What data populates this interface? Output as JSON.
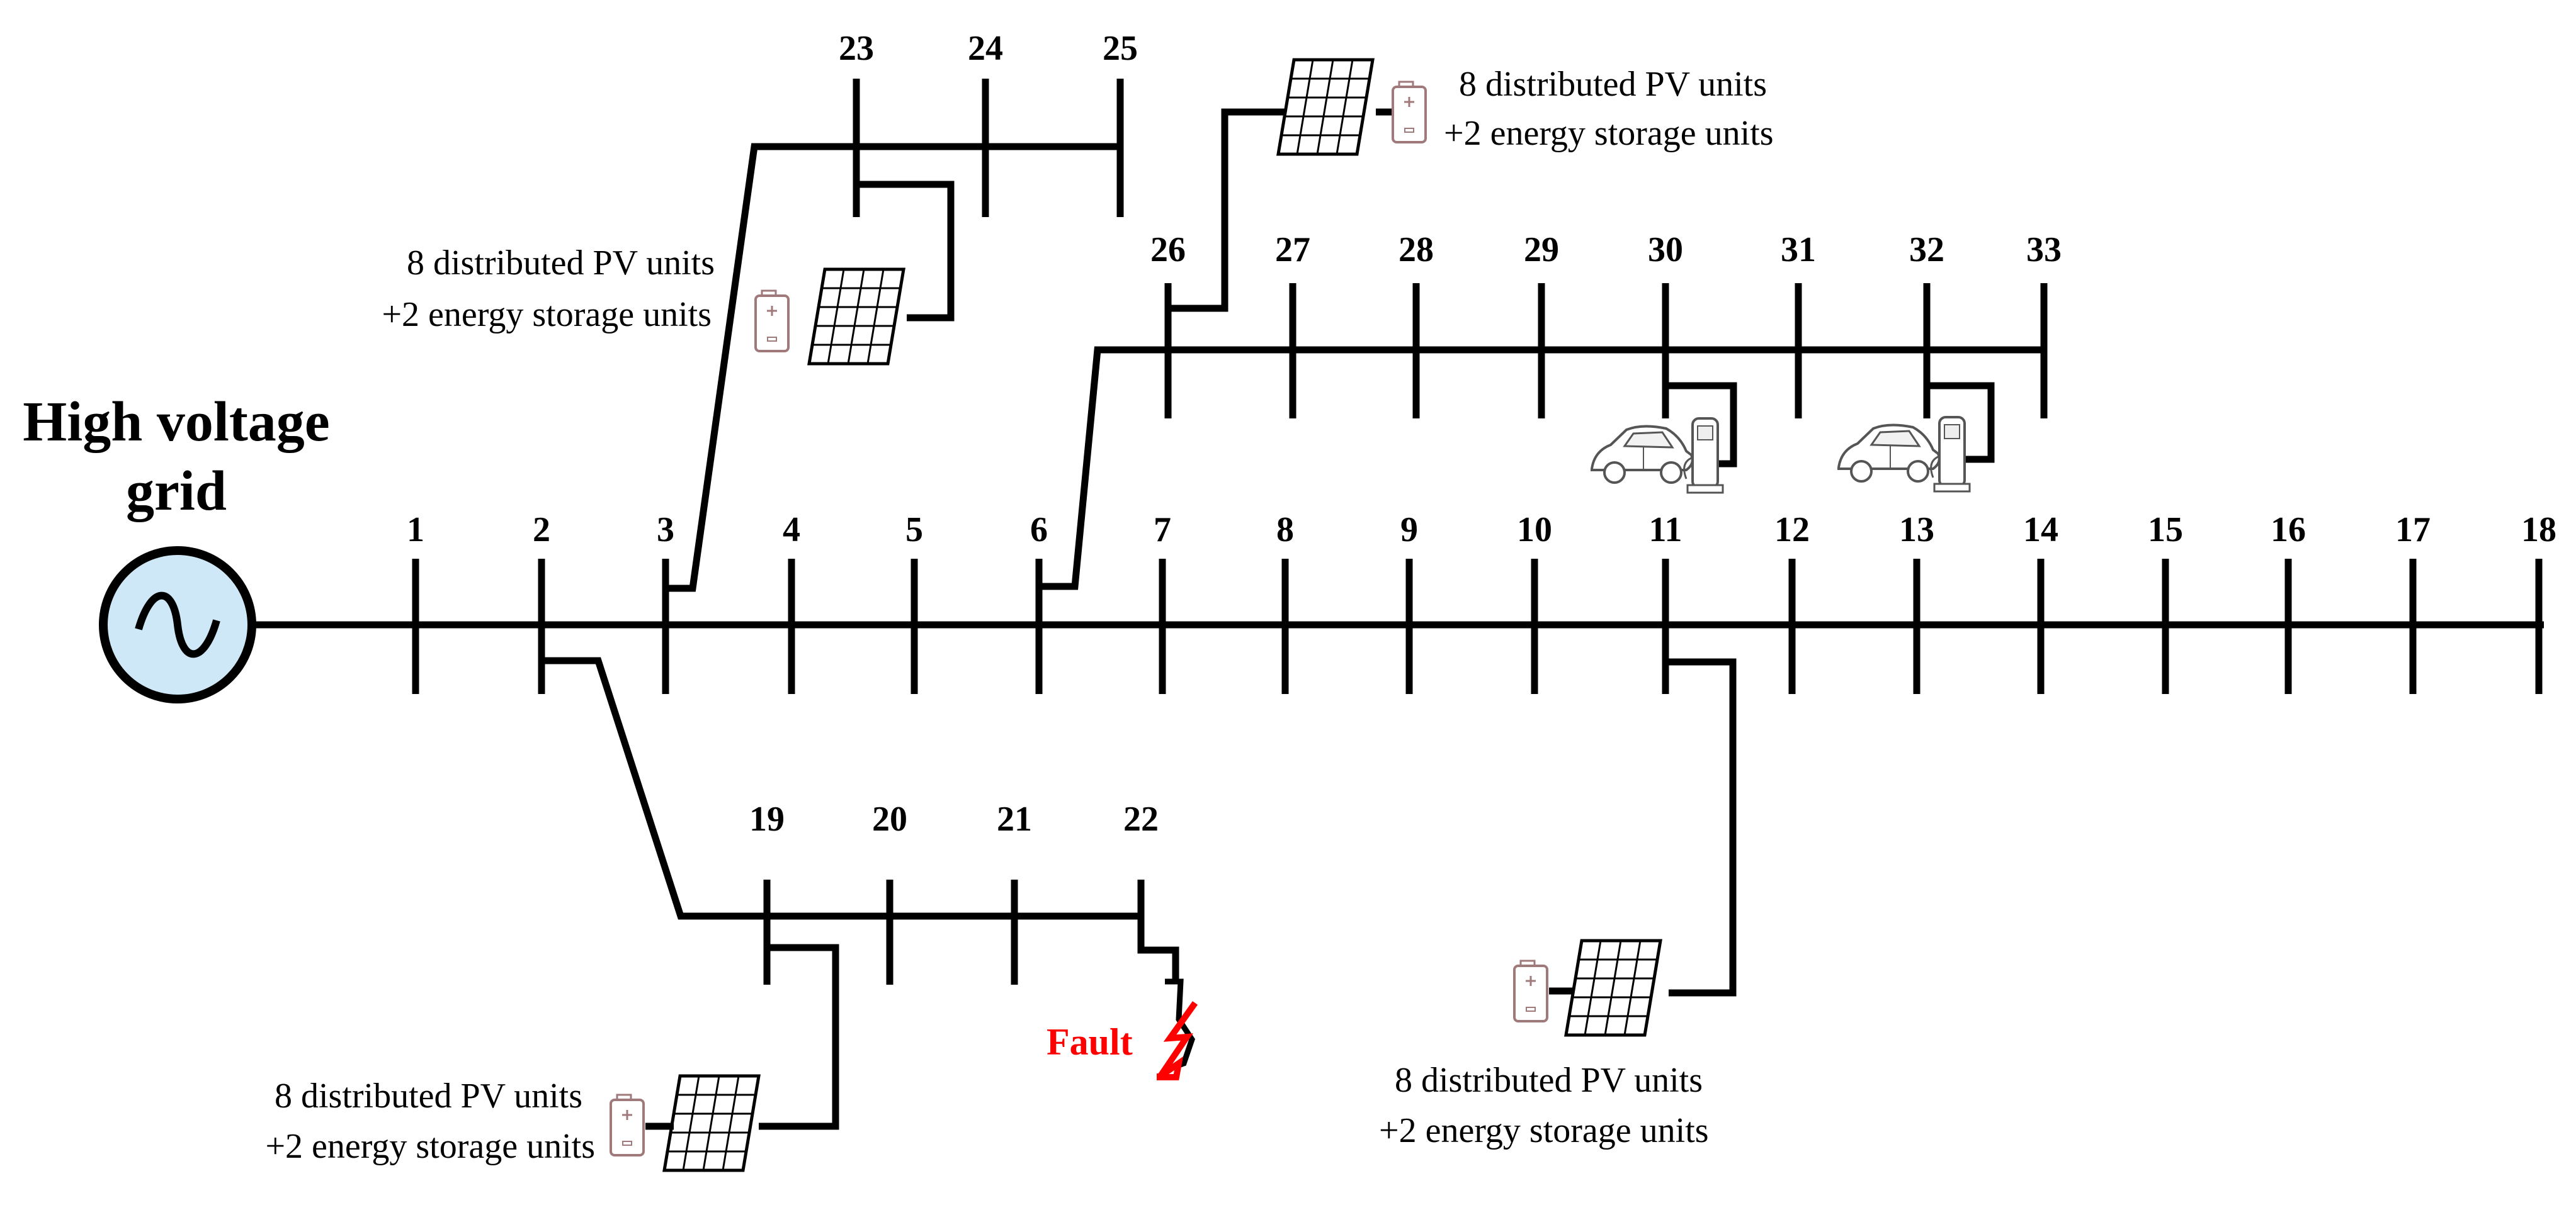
{
  "source_label": {
    "line1": "High voltage",
    "line2": "grid"
  },
  "buses": [
    "1",
    "2",
    "3",
    "4",
    "5",
    "6",
    "7",
    "8",
    "9",
    "10",
    "11",
    "12",
    "13",
    "14",
    "15",
    "16",
    "17",
    "18",
    "19",
    "20",
    "21",
    "22",
    "23",
    "24",
    "25",
    "26",
    "27",
    "28",
    "29",
    "30",
    "31",
    "32",
    "33"
  ],
  "der_groups": [
    {
      "id": "bus23",
      "line1": "8 distributed PV units",
      "line2": "+2 energy storage units"
    },
    {
      "id": "bus26",
      "line1": "8 distributed PV units",
      "line2": "+2 energy storage units"
    },
    {
      "id": "bus19",
      "line1": "8 distributed PV units",
      "line2": "+2 energy storage units"
    },
    {
      "id": "bus11",
      "line1": "8 distributed PV units",
      "line2": "+2 energy storage units"
    }
  ],
  "ev_chargers": [
    "bus30",
    "bus32"
  ],
  "fault": {
    "label": "Fault",
    "location": "bus22",
    "color": "#ff0000"
  },
  "colors": {
    "source_fill": "#cfe8f7",
    "line": "#000000",
    "fault": "#ff0000",
    "battery": "#a07a7a"
  }
}
